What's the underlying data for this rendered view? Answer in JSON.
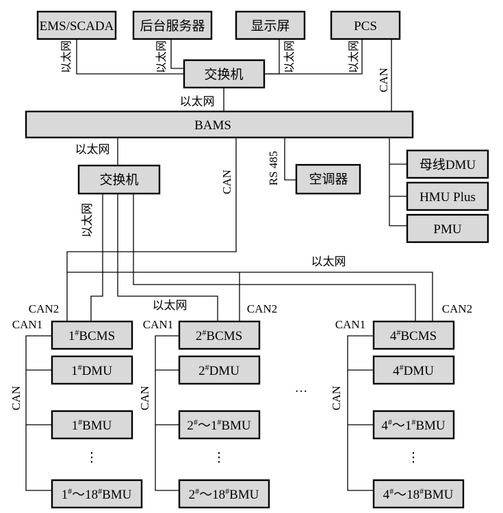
{
  "boxes": {
    "ems": "EMS/SCADA",
    "backend": "后台服务器",
    "display": "显示屏",
    "pcs": "PCS",
    "switch_top": "交换机",
    "bams": "BAMS",
    "switch_mid": "交换机",
    "aircon": "空调器",
    "bus_dmu": "母线DMU",
    "hmu": "HMU Plus",
    "pmu": "PMU"
  },
  "labels": {
    "ethernet": "以太网",
    "can": "CAN",
    "can1": "CAN1",
    "can2": "CAN2",
    "rs485": "RS 485",
    "ellipsis_v": "⋮",
    "ellipsis_h": "···"
  },
  "clusters": [
    {
      "bcms_num": "1",
      "bcms_tail": "BCMS",
      "dmu_num": "1",
      "dmu_tail": "DMU",
      "bmu_first": "1",
      "bmu_first_tail": "BMU",
      "bmu_last_a": "1",
      "bmu_last_mid": "～18",
      "bmu_last_tail": "BMU"
    },
    {
      "bcms_num": "2",
      "bcms_tail": "BCMS",
      "dmu_num": "2",
      "dmu_tail": "DMU",
      "bmu_first": "2",
      "bmu_first_mid": "～1",
      "bmu_first_tail": "BMU",
      "bmu_last_a": "2",
      "bmu_last_mid": "～18",
      "bmu_last_tail": "BMU"
    },
    {
      "bcms_num": "4",
      "bcms_tail": "BCMS",
      "dmu_num": "4",
      "dmu_tail": "DMU",
      "bmu_first": "4",
      "bmu_first_mid": "～1",
      "bmu_first_tail": "BMU",
      "bmu_last_a": "4",
      "bmu_last_mid": "～18",
      "bmu_last_tail": "BMU"
    }
  ],
  "superscript_mark": "#"
}
